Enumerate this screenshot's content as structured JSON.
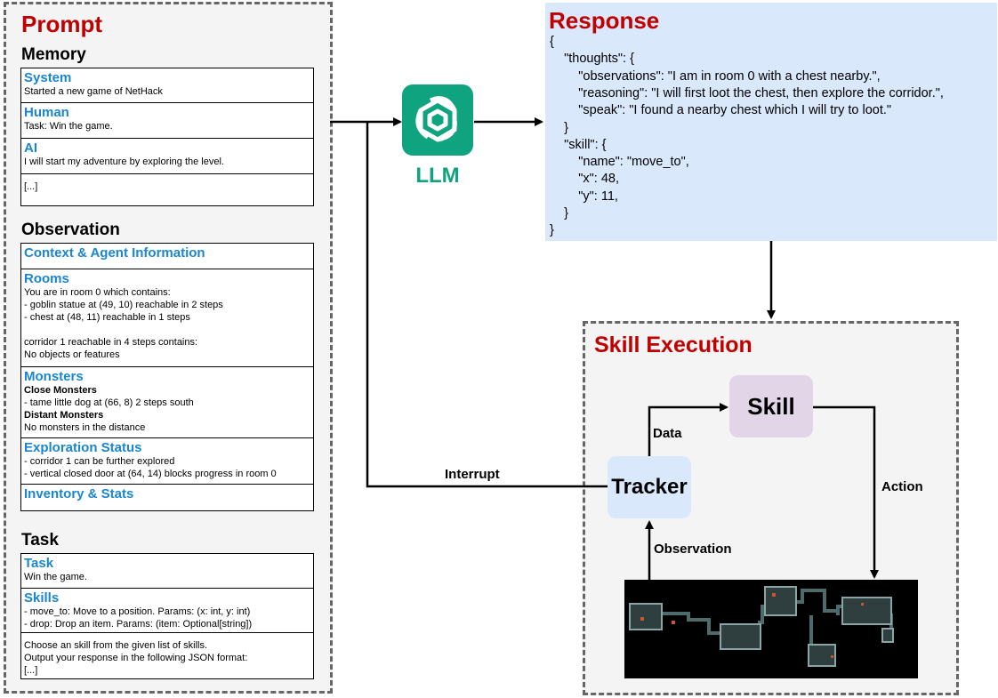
{
  "prompt": {
    "title": "Prompt",
    "memory": {
      "title": "Memory",
      "rows": [
        {
          "header": "System",
          "lines": [
            "Started a new game of NetHack"
          ]
        },
        {
          "header": "Human",
          "lines": [
            "Task: Win the game."
          ]
        },
        {
          "header": "AI",
          "lines": [
            "I will start my adventure by exploring the level."
          ]
        },
        {
          "header": "",
          "lines": [
            "[...]"
          ]
        }
      ]
    },
    "observation": {
      "title": "Observation",
      "rows": [
        {
          "header": "Context & Agent Information",
          "lines": []
        },
        {
          "header": "Rooms",
          "lines": [
            "You are in room 0 which contains:",
            "- goblin statue at (49, 10) reachable in 2 steps",
            "- chest at (48, 11) reachable in 1 steps",
            "",
            "corridor 1 reachable in 4 steps contains:",
            "No objects or features"
          ]
        },
        {
          "header": "Monsters",
          "lines": [
            "Close Monsters",
            "- tame little dog at (66, 8) 2 steps south",
            "Distant Monsters",
            "No monsters in the distance"
          ]
        },
        {
          "header": "Exploration Status",
          "lines": [
            "- corridor 1 can be further explored",
            "- vertical closed door at (64, 14) blocks progress in room 0"
          ]
        },
        {
          "header": "Inventory & Stats",
          "lines": []
        }
      ]
    },
    "task": {
      "title": "Task",
      "rows": [
        {
          "header": "Task",
          "lines": [
            "Win the game."
          ]
        },
        {
          "header": "Skills",
          "lines": [
            "- move_to: Move to a position. Params: (x: int, y: int)",
            "- drop: Drop an item. Params: (item: Optional[string])"
          ]
        },
        {
          "header": "",
          "lines": [
            "Choose an skill from the given list of skills.",
            "Output your response in the following JSON format:",
            "[...]"
          ]
        }
      ]
    }
  },
  "llm": {
    "label": "LLM",
    "icon": "openai-logo-icon",
    "color": "#10a37f"
  },
  "response": {
    "title": "Response",
    "lines": [
      "{",
      "    \"thoughts\": {",
      "        \"observations\": \"I am in room 0 with a chest nearby.\",",
      "        \"reasoning\": \"I will first loot the chest, then explore the corridor.\",",
      "        \"speak\": \"I found a nearby chest which I will try to loot.\"",
      "    }",
      "    \"skill\": {",
      "        \"name\": \"move_to\",",
      "        \"x\": 48,",
      "        \"y\": 11,",
      "    }",
      "}"
    ]
  },
  "skill_execution": {
    "title": "Skill Execution",
    "skill_label": "Skill",
    "tracker_label": "Tracker",
    "data_label": "Data",
    "action_label": "Action",
    "observation_label": "Observation",
    "interrupt_label": "Interrupt"
  },
  "colors": {
    "title_red": "#c00000",
    "header_blue": "#1a86d0",
    "response_bg": "#dae8fc",
    "skill_bg": "#e1d5e7",
    "tracker_bg": "#dae8fc"
  }
}
